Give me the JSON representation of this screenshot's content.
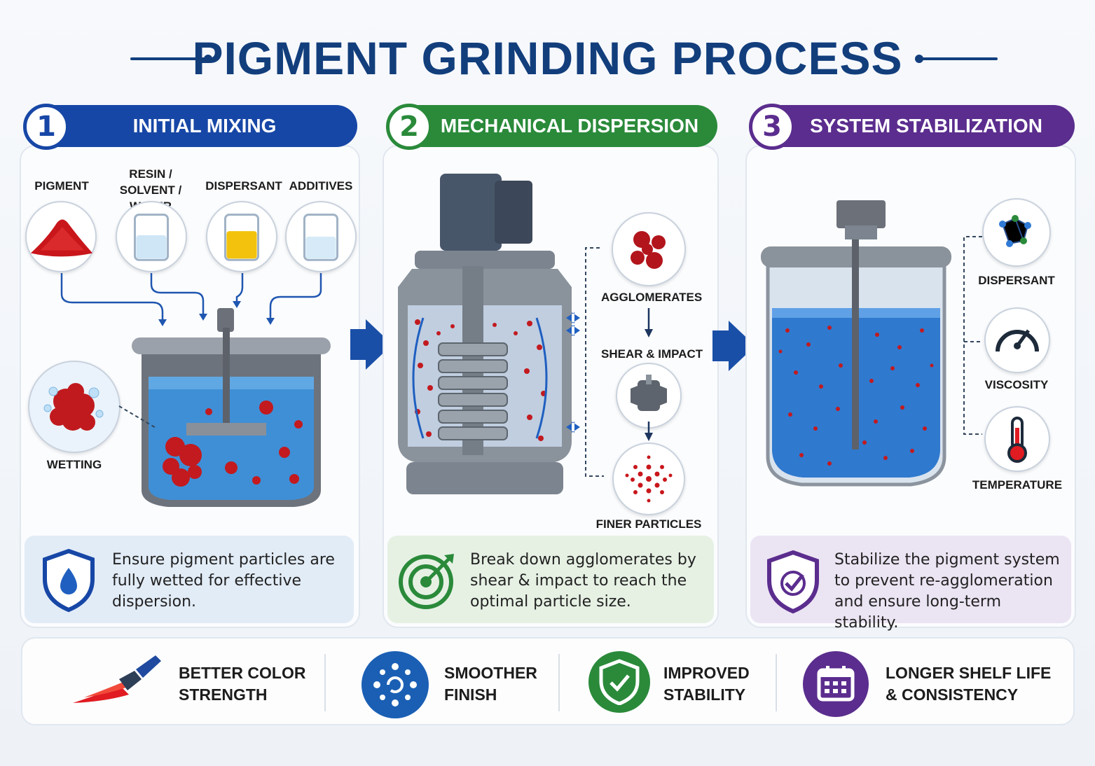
{
  "title": "PIGMENT GRINDING PROCESS",
  "steps": [
    {
      "number": "1",
      "title": "INITIAL MIXING",
      "color": "#1747a6",
      "ingredients": [
        {
          "label": "PIGMENT"
        },
        {
          "label": "RESIN /\nSOLVENT / WATER"
        },
        {
          "label": "DISPERSANT"
        },
        {
          "label": "ADDITIVES"
        }
      ],
      "callout": "WETTING",
      "description": "Ensure pigment particles are fully wetted for effective dispersion.",
      "icon": "water-drop-shield-icon"
    },
    {
      "number": "2",
      "title": "MECHANICAL DISPERSION",
      "color": "#2a8a3a",
      "stages": [
        {
          "label": "AGGLOMERATES"
        },
        {
          "label": "SHEAR & IMPACT"
        },
        {
          "label": "FINER PARTICLES"
        }
      ],
      "description": "Break down agglomerates by shear & impact to reach the optimal particle size.",
      "icon": "target-icon"
    },
    {
      "number": "3",
      "title": "SYSTEM STABILIZATION",
      "color": "#5b2d8e",
      "factors": [
        {
          "label": "DISPERSANT",
          "icon": "molecule-icon"
        },
        {
          "label": "VISCOSITY",
          "icon": "gauge-icon"
        },
        {
          "label": "TEMPERATURE",
          "icon": "thermometer-icon"
        }
      ],
      "description": "Stabilize the pigment system to prevent re-agglomeration and ensure long-term stability.",
      "icon": "check-shield-icon"
    }
  ],
  "benefits": [
    {
      "text": "BETTER COLOR\nSTRENGTH",
      "icon": "paintbrush-icon"
    },
    {
      "text": "SMOOTHER\nFINISH",
      "icon": "particles-icon",
      "color": "#1a5fb4"
    },
    {
      "text": "IMPROVED\nSTABILITY",
      "icon": "shield-check-icon",
      "color": "#2a8a3a"
    },
    {
      "text": "LONGER SHELF LIFE\n& CONSISTENCY",
      "icon": "calendar-icon",
      "color": "#5b2d8e"
    }
  ]
}
